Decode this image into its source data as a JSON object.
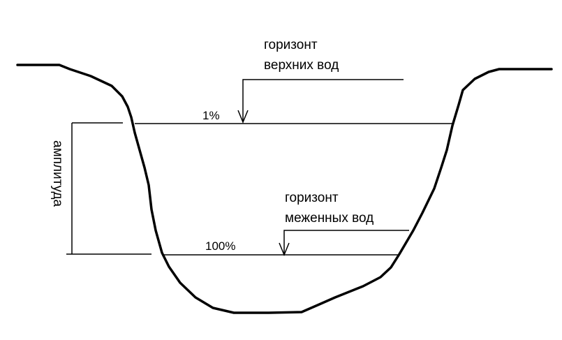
{
  "high_water": {
    "label_line1": "горизонт",
    "label_line2": "верхних вод",
    "percent": "1%"
  },
  "low_water": {
    "label_line1": "горизонт",
    "label_line2": "меженных вод",
    "percent": "100%"
  },
  "amplitude_label": "амплитуда",
  "colors": {
    "stroke": "#000000",
    "background": "#ffffff"
  }
}
